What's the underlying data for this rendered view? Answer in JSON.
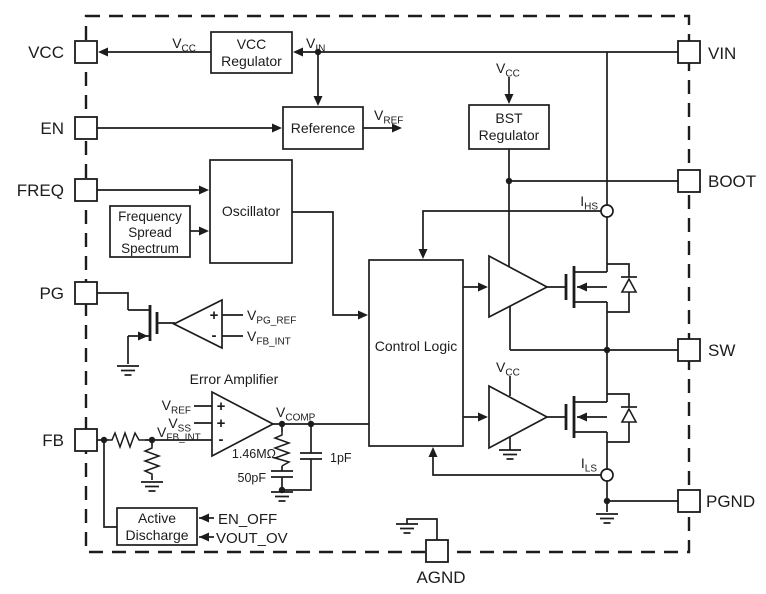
{
  "pins": {
    "vcc": "VCC",
    "en": "EN",
    "freq": "FREQ",
    "pg": "PG",
    "fb": "FB",
    "vin": "VIN",
    "boot": "BOOT",
    "sw": "SW",
    "pgnd": "PGND",
    "agnd": "AGND"
  },
  "blocks": {
    "vcc_regulator": {
      "line1": "VCC",
      "line2": "Regulator"
    },
    "reference": {
      "label": "Reference"
    },
    "bst_regulator": {
      "line1": "BST",
      "line2": "Regulator"
    },
    "oscillator": {
      "label": "Oscillator"
    },
    "frequency_spread_spectrum": {
      "line1": "Frequency",
      "line2": "Spread",
      "line3": "Spectrum"
    },
    "control_logic": {
      "label": "Control Logic"
    },
    "active_discharge": {
      "line1": "Active",
      "line2": "Discharge"
    },
    "error_amplifier": {
      "title": "Error Amplifier"
    }
  },
  "signals": {
    "vcc": {
      "base": "V",
      "sub": "CC"
    },
    "vin": {
      "base": "V",
      "sub": "IN"
    },
    "vref": {
      "base": "V",
      "sub": "REF"
    },
    "vss": {
      "base": "V",
      "sub": "SS"
    },
    "vfb_int": {
      "base": "V",
      "sub": "FB_INT"
    },
    "vpg_ref": {
      "base": "V",
      "sub": "PG_REF"
    },
    "vcomp": {
      "base": "V",
      "sub": "COMP"
    },
    "ihs": {
      "base": "I",
      "sub": "HS"
    },
    "ils": {
      "base": "I",
      "sub": "LS"
    },
    "en_off": "EN_OFF",
    "vout_ov": "VOUT_OV"
  },
  "components": {
    "comp_resistor": "1.46MΩ",
    "comp_capacitor": "50pF",
    "ff_capacitor": "1pF"
  },
  "marks": {
    "plus": "+",
    "minus": "-"
  }
}
